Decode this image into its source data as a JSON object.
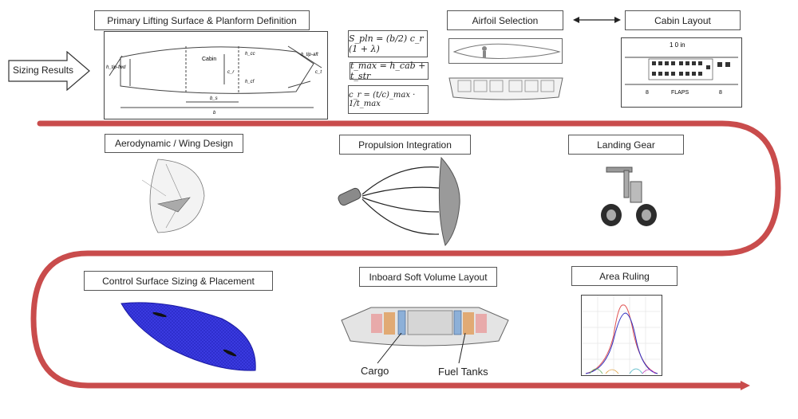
{
  "sizing_results": "Sizing Results",
  "stages": {
    "planform": "Primary Lifting Surface & Planform Definition",
    "airfoil": "Airfoil Selection",
    "cabin_layout": "Cabin Layout",
    "aero_wing": "Aerodynamic / Wing Design",
    "propulsion": "Propulsion Integration",
    "landing_gear": "Landing Gear",
    "control_surface": "Control Surface Sizing & Placement",
    "soft_volume": "Inboard Soft Volume Layout",
    "area_ruling": "Area Ruling"
  },
  "planform_labels": {
    "cabin": "Cabin",
    "h_tip_fwd": "h_tip-fwd",
    "h_tip_aft": "h_tip-aft",
    "h_cc": "h_cc",
    "h_cf": "h_cf",
    "b_s": "b_s",
    "b": "b",
    "c_r": "c_r",
    "c_t": "c_t"
  },
  "equations": {
    "span": "S_pln = (b/2) c_r (1 + λ)",
    "tmax": "t_max = h_cab + t_str",
    "cr": "c_r = (t/c)_max · 1/t_max"
  },
  "cabin_drawing": {
    "dim": "1 0 in",
    "flaps": "FLAPS",
    "cargo_left": "8",
    "cargo_right": "8"
  },
  "soft_volume_callouts": {
    "cargo": "Cargo",
    "fuel_tanks": "Fuel Tanks"
  },
  "colors": {
    "flow_path": "#c94c4c",
    "mesh_blue": "#2a2ad8",
    "tank_pink": "#e8a3a3",
    "tank_orange": "#e0a060",
    "cargo_blue": "#8db0d8"
  }
}
